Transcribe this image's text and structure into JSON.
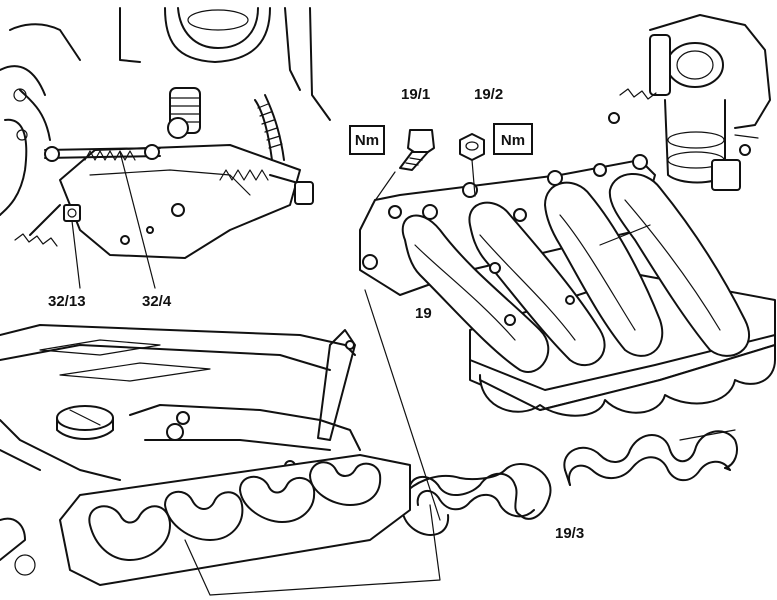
{
  "diagram": {
    "labels": {
      "ref_19_1": "19/1",
      "ref_19_2": "19/2",
      "ref_19": "19",
      "ref_19_3": "19/3",
      "ref_32_13": "32/13",
      "ref_32_4": "32/4"
    },
    "torque_symbol": "Nm"
  }
}
